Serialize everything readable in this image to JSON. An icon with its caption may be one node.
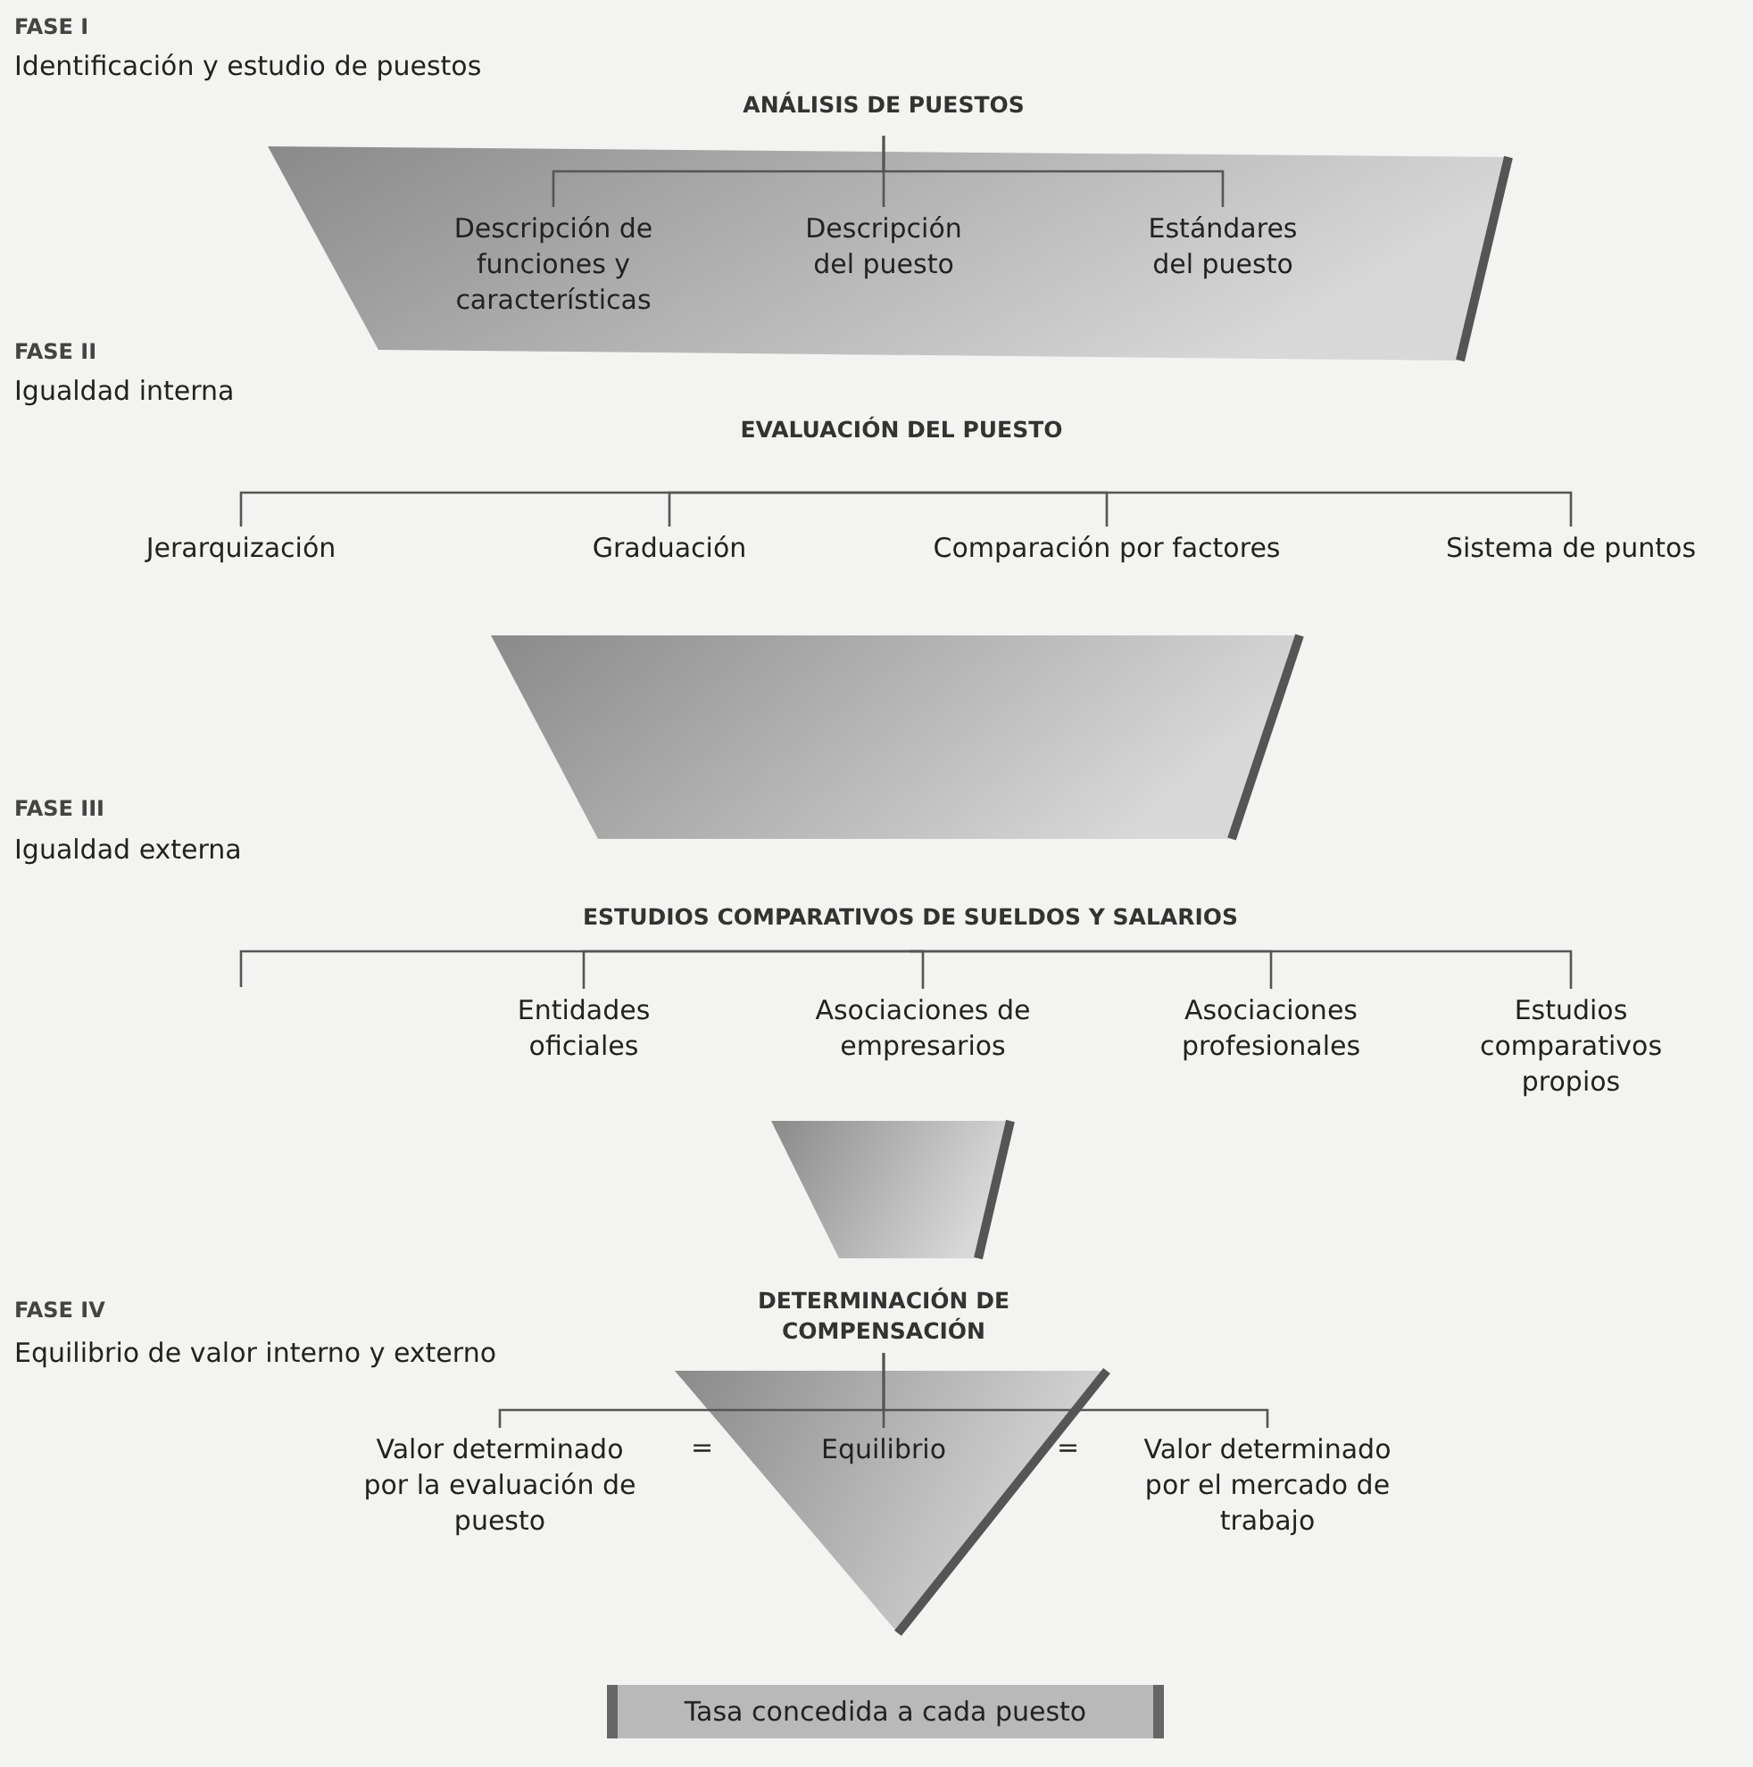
{
  "diagram": {
    "nodes": [
      {
        "text": [
          "ANÁLISIS DE PUESTOS"
        ]
      },
      {
        "text": [
          "Descripción de funciones y características"
        ]
      },
      {
        "text": [
          "Descripción del puesto"
        ]
      },
      {
        "text": [
          "Estándares del puesto"
        ]
      },
      {
        "text": [
          "EVALUACIÓN DEL PUESTO"
        ]
      },
      {
        "text": [
          "Jerarquización"
        ]
      },
      {
        "text": [
          "Graduación"
        ]
      },
      {
        "text": [
          "Comparación por factores"
        ]
      },
      {
        "text": [
          "Sistema de puntos"
        ]
      },
      {
        "text": [
          "ESTUDIOS COMPARATIVOS DE SUELDOS Y SALARIOS"
        ]
      },
      {
        "text": [
          "Entidades oficiales"
        ]
      },
      {
        "text": [
          "Asociaciones de empresarios"
        ]
      },
      {
        "text": [
          "Asociaciones profesionales"
        ]
      },
      {
        "text": [
          "Estudios comparativos propios"
        ]
      },
      {
        "text": [
          "DETERMINACIÓN DE COMPENSACIÓN"
        ]
      },
      {
        "text": [
          "Valor determinado por la evaluación de puesto"
        ]
      },
      {
        "text": [
          "Equilibrio"
        ]
      },
      {
        "text": [
          "Valor determinado por el mercado de trabajo"
        ]
      },
      {
        "text": [
          "Tasa concedida a cada puesto"
        ]
      }
    ],
    "edges": [
      {
        "from": 0,
        "to": 1,
        "arrow": "none"
      },
      {
        "from": 0,
        "to": 2,
        "arrow": "none"
      },
      {
        "from": 0,
        "to": 3,
        "arrow": "none"
      },
      {
        "from": 4,
        "to": 5,
        "arrow": "none"
      },
      {
        "from": 4,
        "to": 6,
        "arrow": "none"
      },
      {
        "from": 4,
        "to": 7,
        "arrow": "none"
      },
      {
        "from": 4,
        "to": 8,
        "arrow": "none"
      },
      {
        "from": 9,
        "to": null,
        "arrow": "none"
      },
      {
        "from": 9,
        "to": 10,
        "arrow": "none"
      },
      {
        "from": 9,
        "to": 11,
        "arrow": "none"
      },
      {
        "from": 9,
        "to": 12,
        "arrow": "none"
      },
      {
        "from": 9,
        "to": 13,
        "arrow": "none"
      },
      {
        "from": 14,
        "to": 15,
        "arrow": "none"
      },
      {
        "from": 14,
        "to": 16,
        "arrow": "none"
      },
      {
        "from": 14,
        "to": 17,
        "arrow": "none"
      }
    ],
    "labels": [
      "FASE I",
      "Identificación y estudio de puestos",
      "FASE II",
      "Igualdad interna",
      "FASE III",
      "Igualdad externa",
      "FASE IV",
      "Equilibrio de valor interno y externo",
      "=",
      "="
    ]
  }
}
